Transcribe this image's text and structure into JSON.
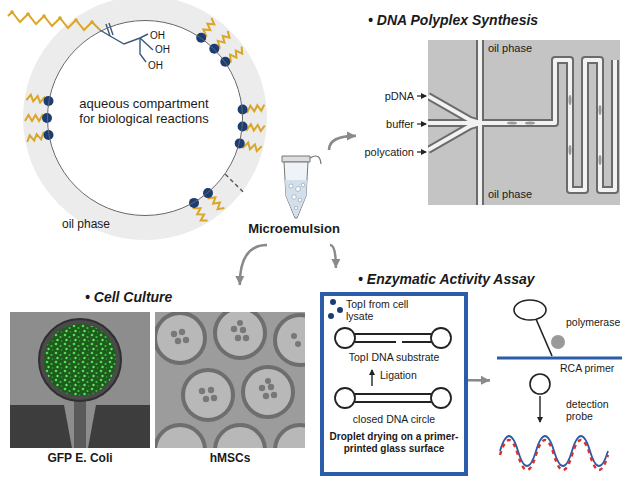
{
  "diagram": {
    "nodes": [
      {
        "text": [
          "aqueous compartment for biological reactions"
        ]
      },
      {
        "text": [
          "Microemulsion"
        ]
      },
      {
        "text": [
          "• DNA Polyplex Synthesis",
          "oil phase",
          "pDNA",
          "buffer",
          "polycation",
          "oil phase"
        ]
      },
      {
        "text": [
          "• Cell Culture",
          "GFP E. Coli",
          "hMSCs"
        ]
      },
      {
        "text": [
          "• Enzymatic Activity Assay"
        ]
      },
      {
        "text": [
          "TopI from cell lysate",
          "TopI DNA substrate",
          "Ligation",
          "closed DNA circle",
          "Droplet drying on a primer-printed glass surface"
        ],
        "in": 4
      },
      {
        "text": [
          "polymerase",
          "RCA primer",
          "detection probe"
        ],
        "in": 4
      }
    ],
    "edges": [
      {
        "from": 0,
        "to": 1,
        "arrow": "none"
      },
      {
        "from": 1,
        "to": 2,
        "arrow": "to"
      },
      {
        "from": 1,
        "to": 3,
        "arrow": "to"
      },
      {
        "from": 1,
        "to": 4,
        "arrow": "to"
      },
      {
        "from": 5,
        "to": 6,
        "arrow": "to"
      }
    ],
    "labels": [
      "oil phase",
      "OH",
      "OH",
      "OH"
    ]
  }
}
